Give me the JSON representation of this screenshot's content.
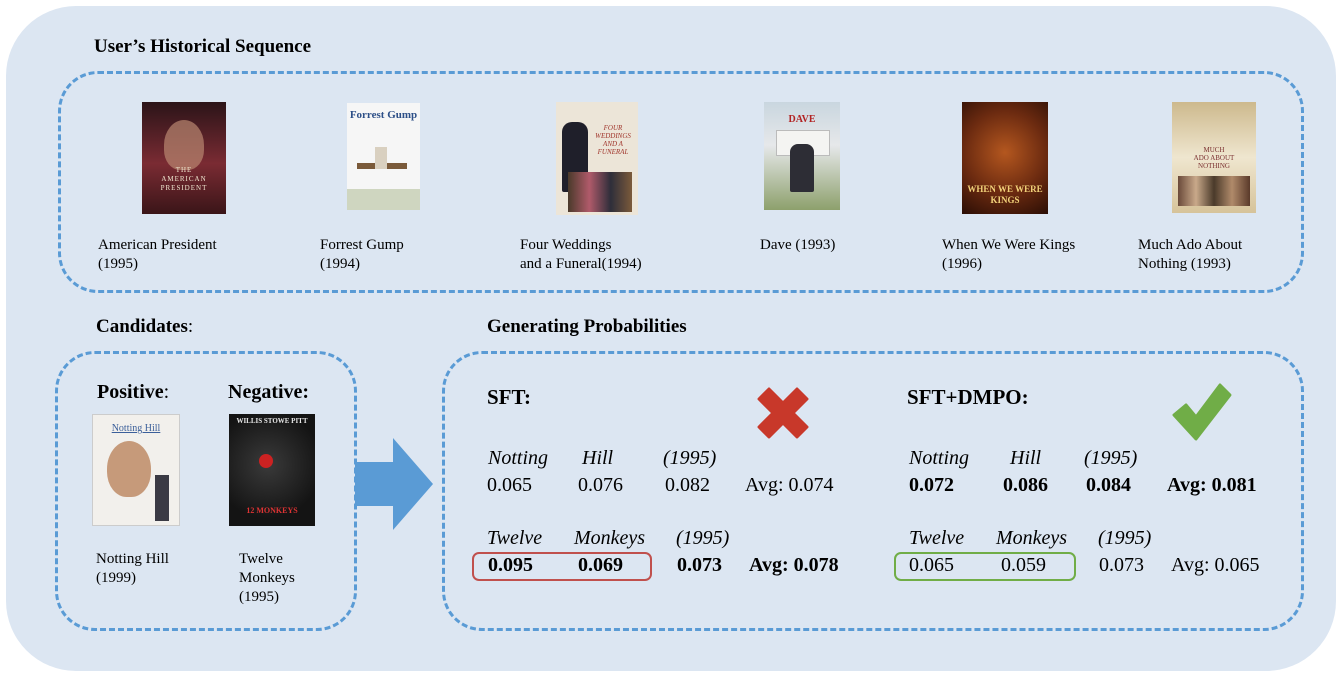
{
  "history": {
    "title": "User’s Historical Sequence",
    "items": [
      {
        "caption": "American President\n(1995)",
        "poster_text": "THE\nAMERICAN\nPRESIDENT",
        "poster_color": "#4a1e24"
      },
      {
        "caption": "Forrest Gump\n(1994)",
        "poster_text": "Forrest Gump",
        "poster_color": "#f4f4f4"
      },
      {
        "caption": "Four Weddings\nand a Funeral(1994)",
        "poster_text": "FOUR\nWEDDINGS\nAND A\nFUNERAL",
        "poster_color": "#e9e2d6"
      },
      {
        "caption": "Dave (1993)",
        "poster_text": "DAVE",
        "poster_color": "#b9c7d2"
      },
      {
        "caption": "When We Were Kings\n(1996)",
        "poster_text": "WHEN WE WERE\nKINGS",
        "poster_color": "#6b2a10"
      },
      {
        "caption": "Much Ado About\nNothing (1993)",
        "poster_text": "MUCH\nADO ABOUT\nNOTHING",
        "poster_color": "#dfcfae"
      }
    ]
  },
  "candidates": {
    "title": "Candidates",
    "title_suffix": ":",
    "positive_label": "Positive",
    "positive_suffix": ":",
    "negative_label": "Negative:",
    "positive": {
      "caption": "Notting Hill\n(1999)",
      "poster_text": "Notting Hill"
    },
    "negative": {
      "caption": "Twelve\nMonkeys\n(1995)",
      "poster_text": "WILLIS  STOWE  PITT",
      "poster_subtext": "12 MONKEYS"
    }
  },
  "probabilities": {
    "title": "Generating Probabilities",
    "sft": {
      "label": "SFT",
      "label_suffix": ":",
      "row1": {
        "tokens": [
          "Notting",
          "Hill",
          "(1995)"
        ],
        "values": [
          "0.065",
          "0.076",
          "0.082"
        ],
        "avg": "Avg: 0.074"
      },
      "row2": {
        "tokens": [
          "Twelve",
          "Monkeys",
          "(1995)"
        ],
        "values": [
          "0.095",
          "0.069",
          "0.073"
        ],
        "avg": "Avg: 0.078"
      }
    },
    "dmpo": {
      "label": "SFT+DMPO",
      "label_suffix": ":",
      "row1": {
        "tokens": [
          "Notting",
          "Hill",
          "(1995)"
        ],
        "values": [
          "0.072",
          "0.086",
          "0.084"
        ],
        "avg": "Avg: 0.081"
      },
      "row2": {
        "tokens": [
          "Twelve",
          "Monkeys",
          "(1995)"
        ],
        "values": [
          "0.065",
          "0.059",
          "0.073"
        ],
        "avg": "Avg: 0.065"
      }
    }
  },
  "colors": {
    "panel": "#dce6f2",
    "dash": "#5a9bd5",
    "arrow": "#5a9bd5",
    "cross": "#c8382a",
    "check": "#70ad47",
    "highlight_red": "#c0504d",
    "highlight_green": "#70ad47"
  }
}
